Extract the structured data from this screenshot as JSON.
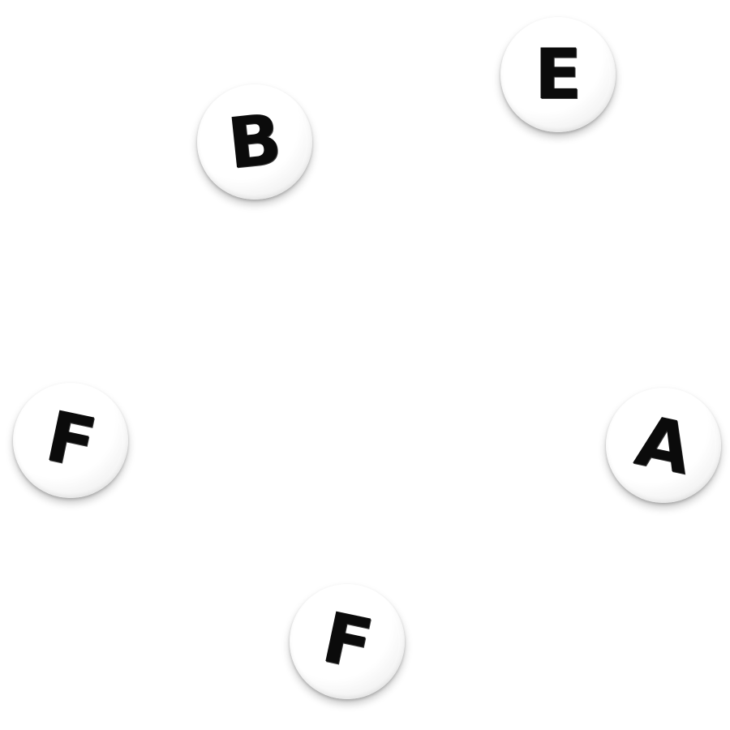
{
  "beads": [
    {
      "letter": "B"
    },
    {
      "letter": "E"
    },
    {
      "letter": "F"
    },
    {
      "letter": "A"
    },
    {
      "letter": "F"
    }
  ]
}
